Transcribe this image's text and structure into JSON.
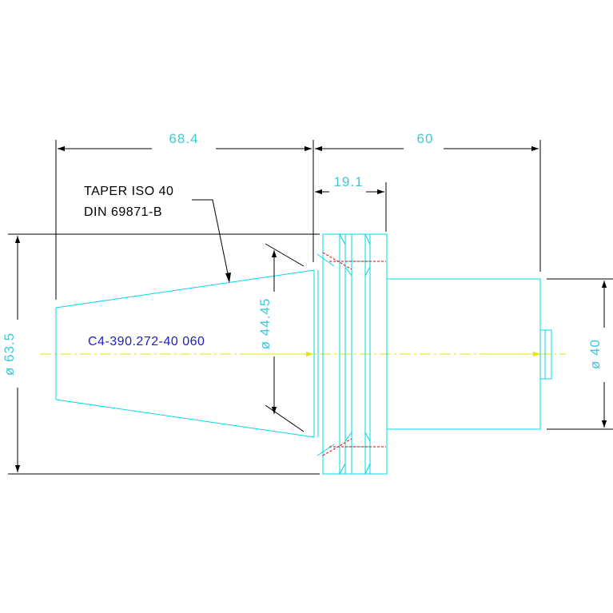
{
  "colors": {
    "background": "#ffffff",
    "outline": "#00d8e8",
    "dimension_line": "#000000",
    "dimension_text": "#3ec8d8",
    "centerline": "#e6e600",
    "hidden_line": "#e00000",
    "note_text": "#000000",
    "part_number_text": "#2020c0"
  },
  "dimensions": {
    "taper_length": "68.4",
    "holder_length": "60",
    "flange_width": "19.1",
    "taper_diameter": "ø 44.45",
    "flange_diameter": "ø 63.5",
    "shank_diameter": "ø 40"
  },
  "note": {
    "line1": "TAPER ISO 40",
    "line2": "DIN 69871-B"
  },
  "part_number": "C4-390.272-40 060"
}
